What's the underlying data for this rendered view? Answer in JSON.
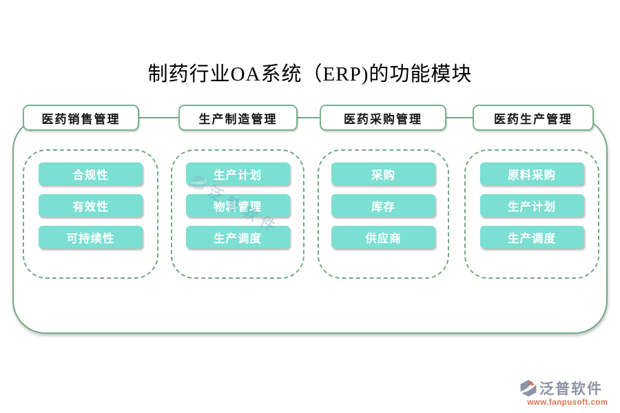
{
  "title": "制药行业OA系统（ERP)的功能模块",
  "columns": [
    {
      "header": "医药销售管理",
      "items": [
        "合规性",
        "有效性",
        "可持续性"
      ]
    },
    {
      "header": "生产制造管理",
      "items": [
        "生产计划",
        "物料管理",
        "生产调度"
      ]
    },
    {
      "header": "医药采购管理",
      "items": [
        "采购",
        "库存",
        "供应商"
      ]
    },
    {
      "header": "医药生产管理",
      "items": [
        "原料采购",
        "生产计划",
        "生产调度"
      ]
    }
  ],
  "watermark": {
    "text": "泛普软件"
  },
  "logo": {
    "name": "泛普软件",
    "url": "www.fanpusoft.com"
  },
  "colors": {
    "frame_green": "#72a885",
    "dash_green": "#6fa883",
    "module_teal": "#7bdfd2",
    "logo_gray_blue": "#8b93a6",
    "logo_orange": "#de7150"
  }
}
